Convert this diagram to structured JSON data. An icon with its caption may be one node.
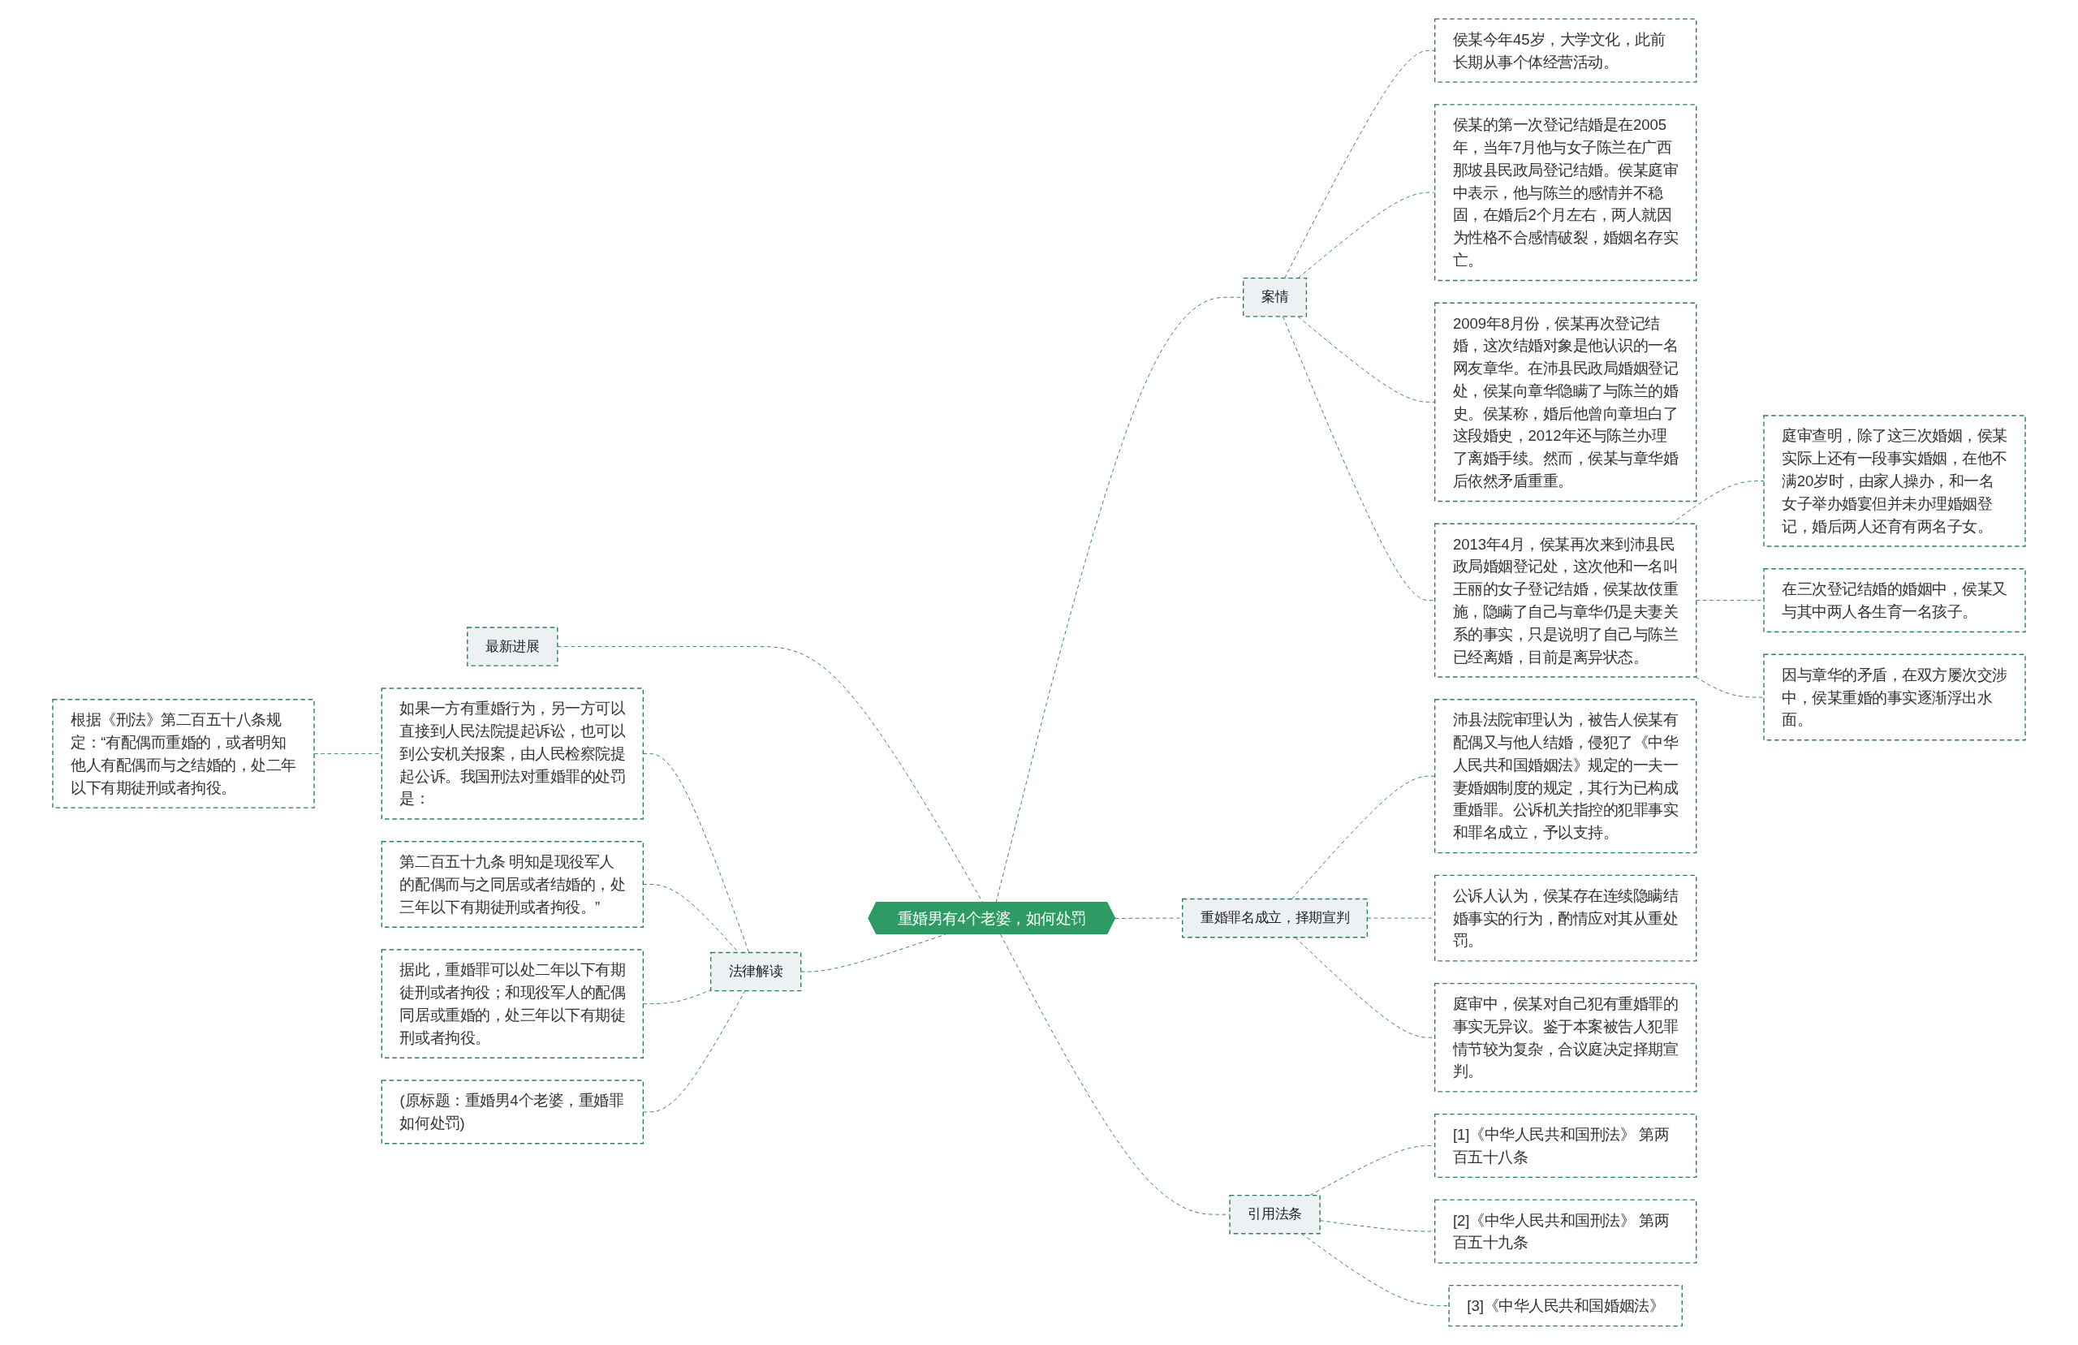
{
  "diagram": {
    "nodes": [
      {
        "text": [
          "重婚男有4个老婆，如何处罚"
        ]
      },
      {
        "text": [
          "案情"
        ]
      },
      {
        "text": [
          "侯某今年45岁，大学文化，此前长期从事个体经营活动。"
        ]
      },
      {
        "text": [
          "侯某的第一次登记结婚是在2005年，当年7月他与女子陈兰在广西那坡县民政局登记结婚。侯某庭审中表示，他与陈兰的感情并不稳固，在婚后2个月左右，两人就因为性格不合感情破裂，婚姻名存实亡。"
        ]
      },
      {
        "text": [
          "2009年8月份，侯某再次登记结婚，这次结婚对象是他认识的一名网友章华。在沛县民政局婚姻登记处，侯某向章华隐瞒了与陈兰的婚史。侯某称，婚后他曾向章坦白了这段婚史，2012年还与陈兰办理了离婚手续。然而，侯某与章华婚后依然矛盾重重。"
        ]
      },
      {
        "text": [
          "2013年4月，侯某再次来到沛县民政局婚姻登记处，这次他和一名叫王丽的女子登记结婚，侯某故伎重施，隐瞒了自己与章华仍是夫妻关系的事实，只是说明了自己与陈兰已经离婚，目前是离异状态。"
        ]
      },
      {
        "text": [
          "庭审查明，除了这三次婚姻，侯某实际上还有一段事实婚姻，在他不满20岁时，由家人操办，和一名女子举办婚宴但并未办理婚姻登记，婚后两人还育有两名子女。"
        ]
      },
      {
        "text": [
          "在三次登记结婚的婚姻中，侯某又与其中两人各生育一名孩子。"
        ]
      },
      {
        "text": [
          "因与章华的矛盾，在双方屡次交涉中，侯某重婚的事实逐渐浮出水面。"
        ]
      },
      {
        "text": [
          "重婚罪名成立，择期宣判"
        ]
      },
      {
        "text": [
          "沛县法院审理认为，被告人侯某有配偶又与他人结婚，侵犯了《中华人民共和国婚姻法》规定的一夫一妻婚姻制度的规定，其行为已构成重婚罪。公诉机关指控的犯罪事实和罪名成立，予以支持。"
        ]
      },
      {
        "text": [
          "公诉人认为，侯某存在连续隐瞒结婚事实的行为，酌情应对其从重处罚。"
        ]
      },
      {
        "text": [
          "庭审中，侯某对自己犯有重婚罪的事实无异议。鉴于本案被告人犯罪情节较为复杂，合议庭决定择期宣判。"
        ]
      },
      {
        "text": [
          "引用法条"
        ]
      },
      {
        "text": [
          "[1]《中华人民共和国刑法》 第两百五十八条"
        ]
      },
      {
        "text": [
          "[2]《中华人民共和国刑法》 第两百五十九条"
        ]
      },
      {
        "text": [
          "[3]《中华人民共和国婚姻法》"
        ]
      },
      {
        "text": [
          "最新进展"
        ]
      },
      {
        "text": [
          "法律解读"
        ]
      },
      {
        "text": [
          "如果一方有重婚行为，另一方可以直接到人民法院提起诉讼，也可以到公安机关报案，由人民检察院提起公诉。我国刑法对重婚罪的处罚是："
        ]
      },
      {
        "text": [
          "根据《刑法》第二百五十八条规定：“有配偶而重婚的，或者明知他人有配偶而与之结婚的，处二年以下有期徒刑或者拘役。"
        ]
      },
      {
        "text": [
          "第二百五十九条 明知是现役军人的配偶而与之同居或者结婚的，处三年以下有期徒刑或者拘役。”"
        ]
      },
      {
        "text": [
          "据此，重婚罪可以处二年以下有期徒刑或者拘役；和现役军人的配偶同居或重婚的，处三年以下有期徒刑或者拘役。"
        ]
      },
      {
        "text": [
          "(原标题：重婚男4个老婆，重婚罪如何处罚)"
        ]
      }
    ],
    "edges": [
      {
        "from": 0,
        "to": 1,
        "arrow": "none",
        "style": "dashed"
      },
      {
        "from": 1,
        "to": 2,
        "arrow": "none",
        "style": "dashed"
      },
      {
        "from": 1,
        "to": 3,
        "arrow": "none",
        "style": "dashed"
      },
      {
        "from": 1,
        "to": 4,
        "arrow": "none",
        "style": "dashed"
      },
      {
        "from": 1,
        "to": 5,
        "arrow": "none",
        "style": "dashed"
      },
      {
        "from": 5,
        "to": 6,
        "arrow": "none",
        "style": "dashed"
      },
      {
        "from": 5,
        "to": 7,
        "arrow": "none",
        "style": "dashed"
      },
      {
        "from": 5,
        "to": 8,
        "arrow": "none",
        "style": "dashed"
      },
      {
        "from": 0,
        "to": 9,
        "arrow": "none",
        "style": "dashed"
      },
      {
        "from": 9,
        "to": 10,
        "arrow": "none",
        "style": "dashed"
      },
      {
        "from": 9,
        "to": 11,
        "arrow": "none",
        "style": "dashed"
      },
      {
        "from": 9,
        "to": 12,
        "arrow": "none",
        "style": "dashed"
      },
      {
        "from": 0,
        "to": 13,
        "arrow": "none",
        "style": "dashed"
      },
      {
        "from": 13,
        "to": 14,
        "arrow": "none",
        "style": "dashed"
      },
      {
        "from": 13,
        "to": 15,
        "arrow": "none",
        "style": "dashed"
      },
      {
        "from": 13,
        "to": 16,
        "arrow": "none",
        "style": "dashed"
      },
      {
        "from": 17,
        "to": 0,
        "arrow": "none",
        "style": "dashed"
      },
      {
        "from": 18,
        "to": 0,
        "arrow": "none",
        "style": "dashed"
      },
      {
        "from": 19,
        "to": 18,
        "arrow": "none",
        "style": "dashed"
      },
      {
        "from": 20,
        "to": 19,
        "arrow": "none",
        "style": "dashed"
      },
      {
        "from": 21,
        "to": 18,
        "arrow": "none",
        "style": "dashed"
      },
      {
        "from": 22,
        "to": 18,
        "arrow": "none",
        "style": "dashed"
      },
      {
        "from": 23,
        "to": 18,
        "arrow": "none",
        "style": "dashed"
      }
    ]
  }
}
